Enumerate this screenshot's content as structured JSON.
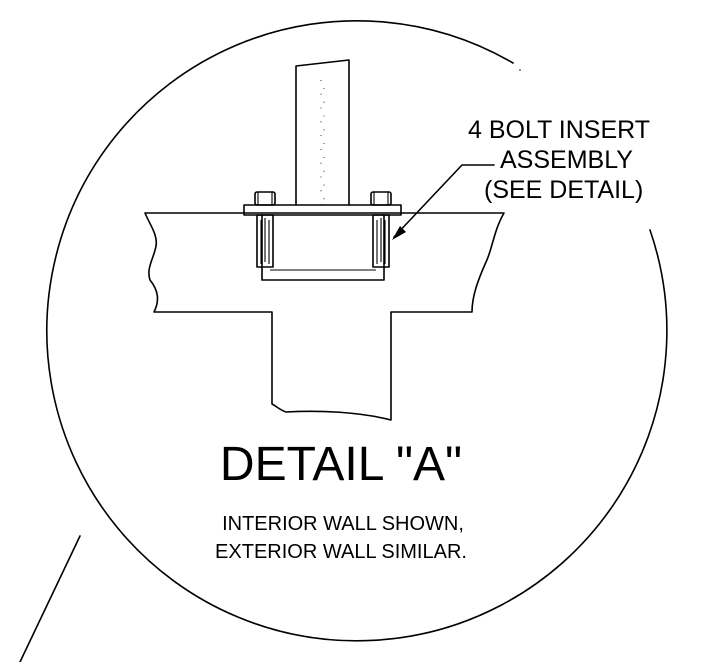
{
  "detail": {
    "title": "DETAIL \"A\"",
    "note_line1": "INTERIOR WALL SHOWN,",
    "note_line2": "EXTERIOR WALL SIMILAR."
  },
  "callout": {
    "line1": "4 BOLT INSERT",
    "line2": "ASSEMBLY",
    "line3": "(SEE DETAIL)"
  },
  "colors": {
    "ink": "#000000",
    "paper": "#ffffff"
  }
}
